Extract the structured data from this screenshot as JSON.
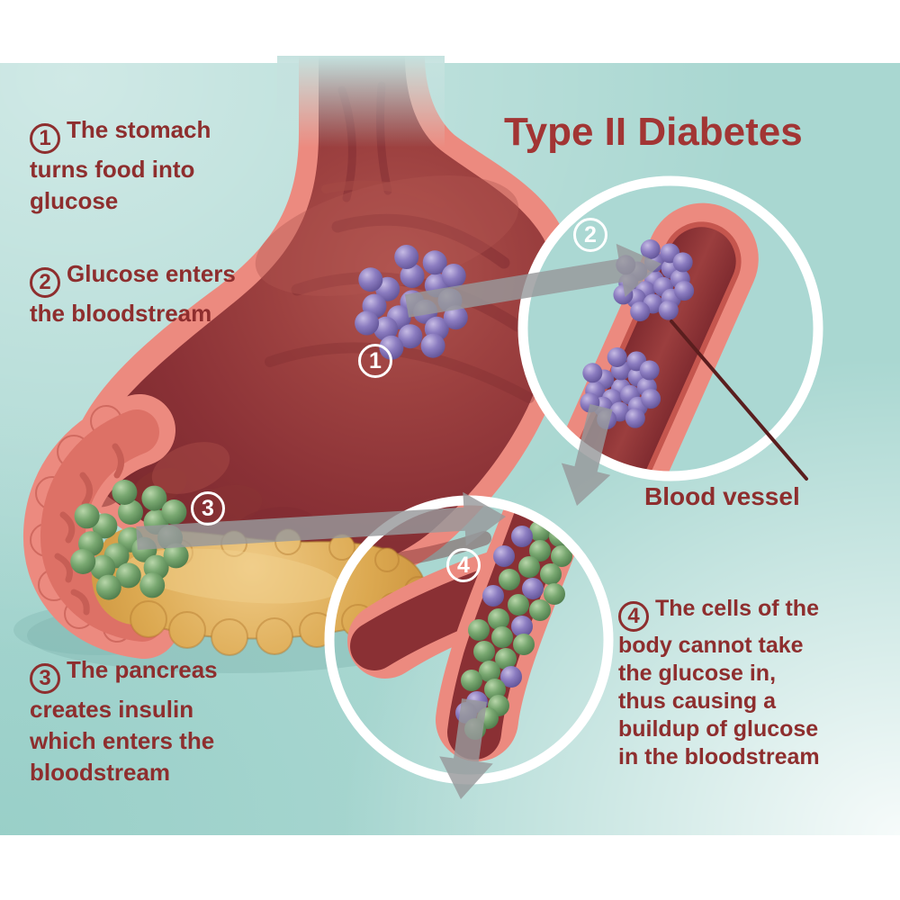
{
  "title": "Type II Diabetes",
  "steps": [
    {
      "num": "1",
      "text": "The stomach\nturns food into\nglucose"
    },
    {
      "num": "2",
      "text": "Glucose enters\nthe bloodstream"
    },
    {
      "num": "3",
      "text": "The pancreas\ncreates insulin\nwhich enters the\nbloodstream"
    },
    {
      "num": "4",
      "text": "The cells of the\nbody cannot take\nthe glucose in,\nthus causing a\nbuildup of glucose\nin the bloodstream"
    }
  ],
  "diagram": {
    "markers": [
      "1",
      "2",
      "3",
      "4"
    ],
    "blood_vessel_label": "Blood vessel"
  },
  "colors": {
    "background_teal": "#a9d7d1",
    "text_maroon": "#8e2e2e",
    "title_maroon": "#a23534",
    "stomach_wall_salmon": "#ec8a7f",
    "stomach_interior_maroon": "#8e3338",
    "glucose_purple": "#8b7cc0",
    "insulin_green": "#79a871",
    "pancreas_gold": "#d8a24e",
    "arrow_gray": "#97999b",
    "ring_white": "#ffffff"
  }
}
